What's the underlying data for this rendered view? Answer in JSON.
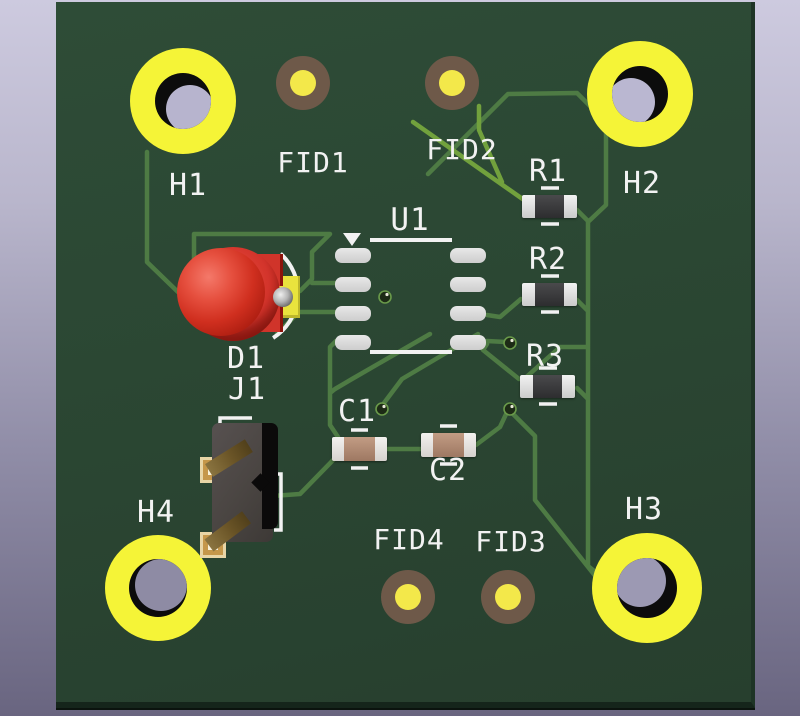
{
  "scene": {
    "description": "3D rendered view of a green printed circuit board on a lavender gradient backdrop",
    "background_top": "#cdcadf",
    "background_bottom": "#696580"
  },
  "board": {
    "substrate_color": "#2b4733",
    "trace_color": "#4e7b44",
    "trace_bright_color": "#72a13d",
    "silkscreen_color": "#f2f2f2",
    "pad_color": "#dddddd",
    "hole_ring_color": "#f5f437",
    "fiducial_ring_color": "#6e5949",
    "fiducial_dot_color": "#f3e84a",
    "led_color": "#d5352c",
    "connector_body_color": "#4a4542",
    "pin_gold_color": "#c5974a",
    "mounting_holes": [
      {
        "ref": "H1"
      },
      {
        "ref": "H2"
      },
      {
        "ref": "H3"
      },
      {
        "ref": "H4"
      }
    ],
    "fiducials": [
      {
        "ref": "FID1"
      },
      {
        "ref": "FID2"
      },
      {
        "ref": "FID3"
      },
      {
        "ref": "FID4"
      }
    ],
    "components": [
      {
        "ref": "U1",
        "kind": "SOIC-8 footprint, unpopulated"
      },
      {
        "ref": "R1",
        "kind": "SMD chip resistor"
      },
      {
        "ref": "R2",
        "kind": "SMD chip resistor"
      },
      {
        "ref": "R3",
        "kind": "SMD chip resistor"
      },
      {
        "ref": "C1",
        "kind": "SMD chip capacitor"
      },
      {
        "ref": "C2",
        "kind": "SMD chip capacitor"
      },
      {
        "ref": "D1",
        "kind": "red LED"
      },
      {
        "ref": "J1",
        "kind": "2-pin connector"
      }
    ]
  }
}
